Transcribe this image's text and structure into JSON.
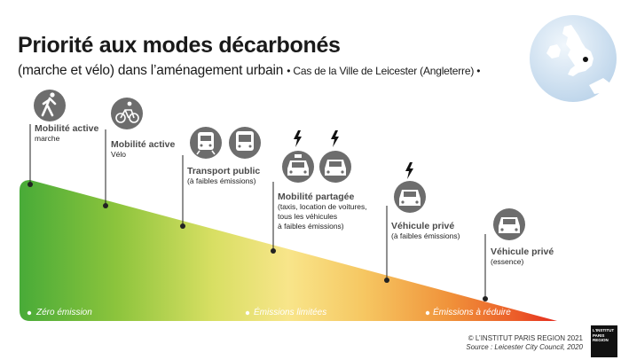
{
  "title": "Priorité aux modes décarbonés",
  "subtitle": {
    "main": "(marche et vélo) dans l’aménagement urbain",
    "case": "• Cas de la Ville de Leicester (Angleterre) •"
  },
  "modes": [
    {
      "label": "Mobilité active",
      "detail": [
        "marche"
      ],
      "icon": "pedestrian-icon"
    },
    {
      "label": "Mobilité active",
      "detail": [
        "Vélo"
      ],
      "icon": "bicycle-icon"
    },
    {
      "label": "Transport public",
      "detail": [
        "(à faibles émissions)"
      ],
      "icon": "train-bus-icons"
    },
    {
      "label": "Mobilité partagée",
      "detail": [
        "(taxis, location de voitures,",
        "tous les véhicules",
        "à faibles émissions)"
      ],
      "icon": "taxi-electric-car-icons"
    },
    {
      "label": "Véhicule privé",
      "detail": [
        "(à faibles émissions)"
      ],
      "icon": "electric-car-icon"
    },
    {
      "label": "Véhicule privé",
      "detail": [
        "(essence)"
      ],
      "icon": "car-icon"
    }
  ],
  "zones": {
    "zero": "Zéro émission",
    "limited": "Émissions limitées",
    "reduce": "Émissions à réduire"
  },
  "credit": {
    "copyright": "© L’INSTITUT PARIS REGION 2021",
    "source": "Source : Leicester City Council, 2020"
  },
  "logo_text": [
    "L'INSTITUT",
    "PARIS",
    "REGION"
  ],
  "colors": {
    "green": "#4caf3a",
    "yellow": "#f3e27a",
    "orange": "#f19b3a",
    "red": "#e8321e",
    "icon": "#6d6d6d"
  }
}
